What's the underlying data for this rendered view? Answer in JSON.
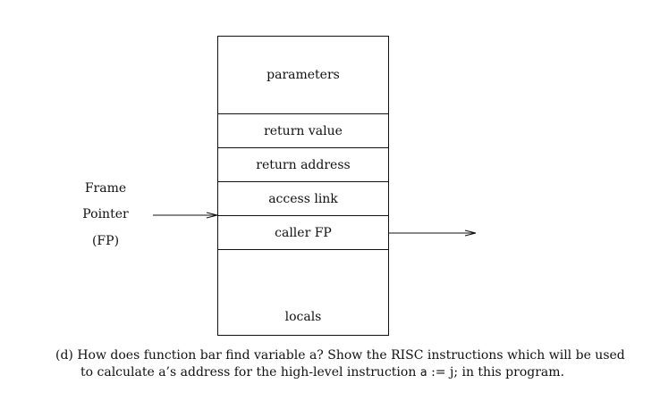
{
  "stack": {
    "parameters": "parameters",
    "return_value": "return value",
    "return_address": "return address",
    "access_link": "access link",
    "caller_fp": "caller FP",
    "locals": "locals"
  },
  "frame_pointer_label": {
    "line1": "Frame",
    "line2": "Pointer",
    "line3": "(FP)"
  },
  "question": {
    "line1": "(d)  How does function bar find variable a? Show the RISC instructions which will be used",
    "line2_before": "to calculate a’s address for the high-level instruction ",
    "line2_code": "a",
    "line2_after": " := j; in this program."
  }
}
